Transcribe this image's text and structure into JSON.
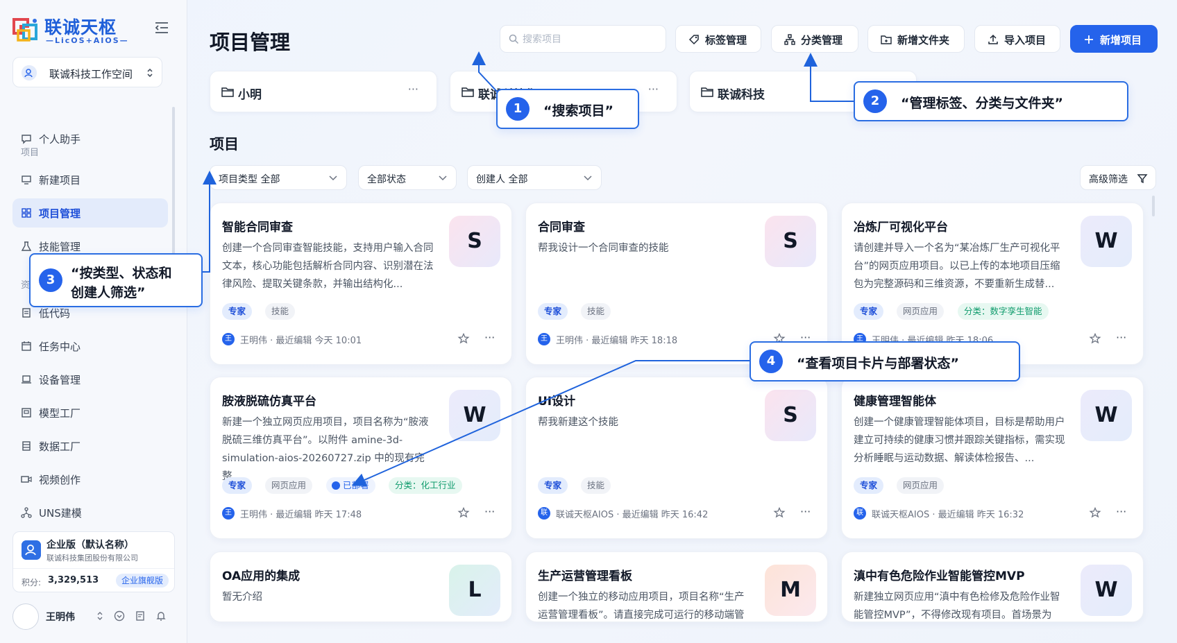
{
  "logo": {
    "title": "联诚天枢",
    "subtitle": "—LicOS+AIOS—"
  },
  "workspace": {
    "label": "联诚科技工作空间"
  },
  "sidebar": {
    "assistant": "个人助手",
    "section_project": "项目",
    "items": [
      {
        "label": "新建项目"
      },
      {
        "label": "项目管理"
      },
      {
        "label": "技能管理"
      }
    ],
    "section_resource": "资",
    "items2": [
      {
        "label": "低代码"
      },
      {
        "label": "任务中心"
      },
      {
        "label": "设备管理"
      },
      {
        "label": "模型工厂"
      },
      {
        "label": "数据工厂"
      },
      {
        "label": "视频创作"
      },
      {
        "label": "UNS建模"
      }
    ]
  },
  "enterprise": {
    "name": "企业版（默认名称）",
    "org": "联诚科技集团股份有限公司",
    "points_label": "积分:",
    "points": "3,329,513",
    "badge": "企业旗舰版"
  },
  "user": {
    "name": "王明伟"
  },
  "header": {
    "title": "项目管理",
    "search_placeholder": "搜索项目",
    "buttons": {
      "tags": "标签管理",
      "categories": "分类管理",
      "new_folder": "新增文件夹",
      "import": "导入项目",
      "new_project": "新增项目"
    }
  },
  "folders": [
    {
      "label": "小明",
      "more": "···"
    },
    {
      "label": "联诚科技集团",
      "more": "···"
    },
    {
      "label": "联诚科技",
      "more": "···"
    }
  ],
  "projects_section": {
    "title": "项目"
  },
  "filters": {
    "type": "项目类型 全部",
    "status": "全部状态",
    "creator": "创建人 全部",
    "advanced": "高级筛选"
  },
  "cards": [
    {
      "title": "智能合同审查",
      "desc": "创建一个合同审查智能技能，支持用户输入合同文本，核心功能包括解析合同内容、识别潜在法律风险、提取关键条款，并输出结构化...",
      "letter": "S",
      "tags": [
        "专家",
        "技能"
      ],
      "author_initial": "王",
      "meta": "王明伟 · 最近编辑 今天 10:01"
    },
    {
      "title": "合同审查",
      "desc": "帮我设计一个合同审查的技能",
      "letter": "S",
      "tags": [
        "专家",
        "技能"
      ],
      "author_initial": "王",
      "meta": "王明伟 · 最近编辑 昨天 18:18"
    },
    {
      "title": "冶炼厂可视化平台",
      "desc": "请创建并导入一个名为“某冶炼厂生产可视化平台”的网页应用项目。以已上传的本地项目压缩包为完整源码和三维资源，不要重新生成替...",
      "letter": "W",
      "tags": [
        "专家",
        "网页应用",
        "分类：数字孪生智能"
      ],
      "author_initial": "王",
      "meta": "王明伟 · 最近编辑 昨天 18:06"
    },
    {
      "title": "胺液脱硫仿真平台",
      "desc": "新建一个独立网页应用项目，项目名称为“胺液脱硫三维仿真平台”。以附件 amine-3d-simulation-aios-20260727.zip 中的现有完整...",
      "letter": "W",
      "tags": [
        "专家",
        "网页应用",
        "已部署",
        "分类：化工行业"
      ],
      "author_initial": "王",
      "meta": "王明伟 · 最近编辑 昨天 17:48"
    },
    {
      "title": "UI设计",
      "desc": "帮我新建这个技能",
      "letter": "S",
      "tags": [
        "专家",
        "技能"
      ],
      "author_initial": "联",
      "meta": "联诚天枢AIOS · 最近编辑 昨天 16:42"
    },
    {
      "title": "健康管理智能体",
      "desc": "创建一个健康管理智能体项目，目标是帮助用户建立可持续的健康习惯并跟踪关键指标，需实现分析睡眠与运动数据、解读体检报告、...",
      "letter": "W",
      "tags": [
        "专家",
        "网页应用"
      ],
      "author_initial": "联",
      "meta": "联诚天枢AIOS · 最近编辑 昨天 16:32"
    },
    {
      "title": "OA应用的集成",
      "desc": "暂无介绍",
      "letter": "L",
      "tags": [],
      "author_initial": "",
      "meta": ""
    },
    {
      "title": "生产运营管理看板",
      "desc": "创建一个独立的移动应用项目，项目名称“生产运营管理看板”。请直接完成可运行的移动端管",
      "letter": "M",
      "tags": [],
      "author_initial": "",
      "meta": ""
    },
    {
      "title": "滇中有色危险作业智能管控MVP",
      "desc": "新建独立网页应用“滇中有色检修及危险作业智能管控MVP”，不得修改现有项目。首场景为",
      "letter": "W",
      "tags": [],
      "author_initial": "",
      "meta": ""
    }
  ],
  "callouts": [
    {
      "num": "1",
      "text": "“搜索项目”"
    },
    {
      "num": "2",
      "text": "“管理标签、分类与文件夹”"
    },
    {
      "num": "3",
      "text_line1": "“按类型、状态和",
      "text_line2": "创建人筛选”"
    },
    {
      "num": "4",
      "text": "“查看项目卡片与部署状态”"
    }
  ],
  "colors": {
    "primary": "#2563eb",
    "expert_tag": "#1d4ed8",
    "category_tag": "#0f9b6c"
  },
  "icons": [
    "logo-mark",
    "collapse-icon",
    "chat-icon",
    "monitor-icon",
    "grid-icon",
    "flask-icon",
    "doc-icon",
    "calendar-icon",
    "laptop-icon",
    "cube-icon",
    "database-icon",
    "video-icon",
    "network-icon",
    "search-icon",
    "tag-icon",
    "hierarchy-icon",
    "folder-icon",
    "upload-icon",
    "plus-icon",
    "filter-icon",
    "star-icon",
    "bell-icon"
  ]
}
